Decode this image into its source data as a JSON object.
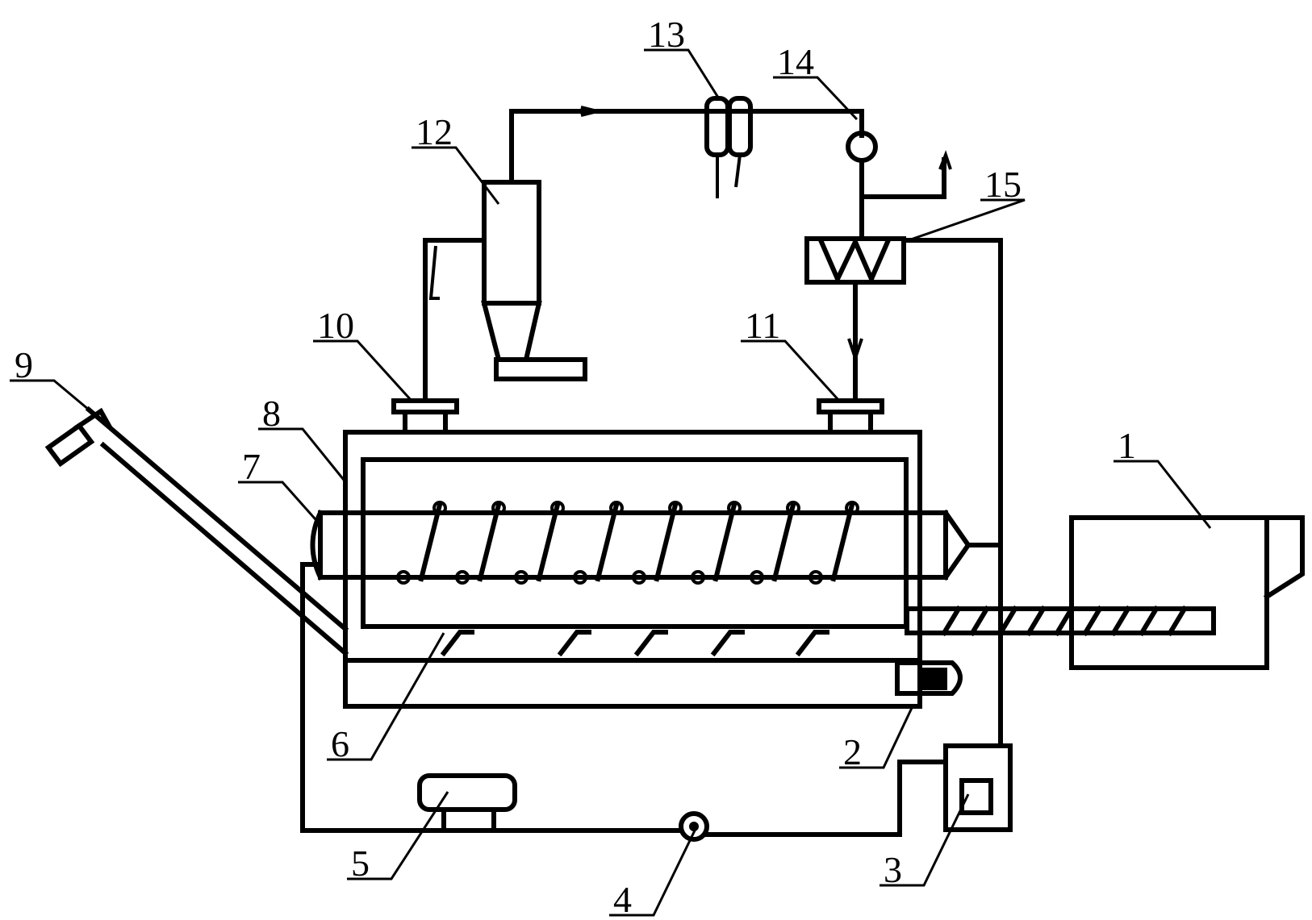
{
  "diagram": {
    "labels": [
      {
        "id": "1",
        "text": "1"
      },
      {
        "id": "2",
        "text": "2"
      },
      {
        "id": "3",
        "text": "3"
      },
      {
        "id": "4",
        "text": "4"
      },
      {
        "id": "5",
        "text": "5"
      },
      {
        "id": "6",
        "text": "6"
      },
      {
        "id": "7",
        "text": "7"
      },
      {
        "id": "8",
        "text": "8"
      },
      {
        "id": "9",
        "text": "9"
      },
      {
        "id": "10",
        "text": "10"
      },
      {
        "id": "11",
        "text": "11"
      },
      {
        "id": "12",
        "text": "12"
      },
      {
        "id": "13",
        "text": "13"
      },
      {
        "id": "14",
        "text": "14"
      },
      {
        "id": "15",
        "text": "15"
      }
    ]
  }
}
